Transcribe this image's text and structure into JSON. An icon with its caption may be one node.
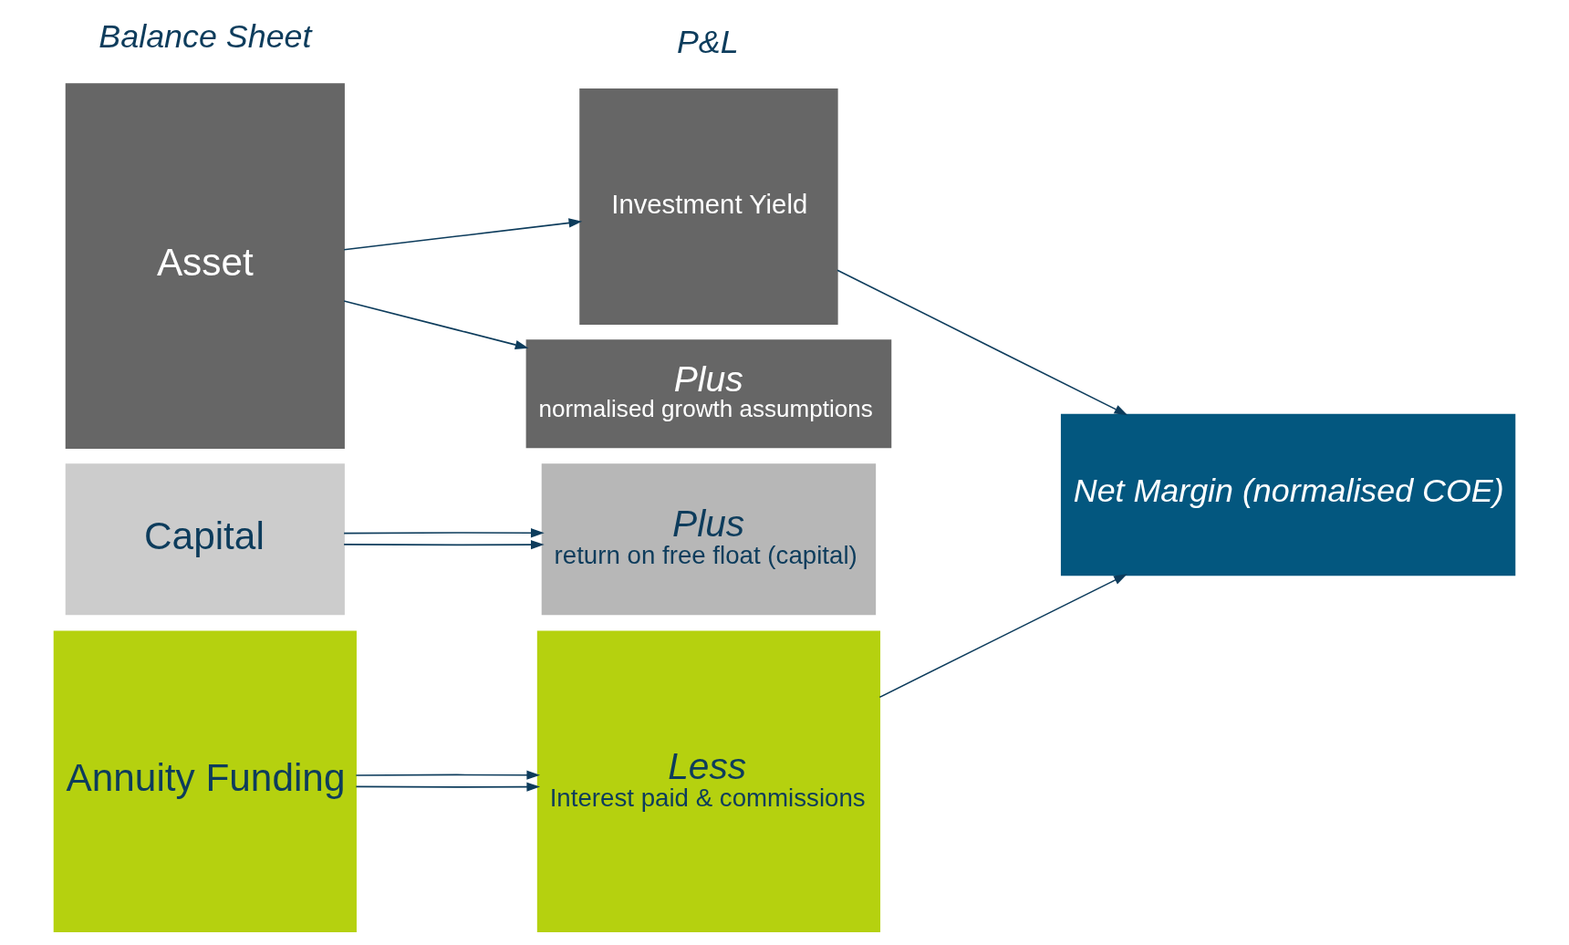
{
  "diagram": {
    "nodes": [
      {
        "text": [
          "Asset"
        ]
      },
      {
        "text": [
          "Capital"
        ]
      },
      {
        "text": [
          "Annuity Funding"
        ]
      },
      {
        "text": [
          "Investment Yield"
        ]
      },
      {
        "text": [
          "Plus",
          "normalised growth assumptions"
        ]
      },
      {
        "text": [
          "Plus",
          "return on free float (capital)"
        ]
      },
      {
        "text": [
          "Less",
          "Interest paid & commissions"
        ]
      },
      {
        "text": [
          "Net Margin (normalised COE)"
        ]
      }
    ],
    "edges": [
      {
        "from": 0,
        "to": 3,
        "arrow": "to"
      },
      {
        "from": 0,
        "to": 4,
        "arrow": "to"
      },
      {
        "from": 1,
        "to": 5,
        "arrow": "to"
      },
      {
        "from": 1,
        "to": 5,
        "arrow": "to"
      },
      {
        "from": 2,
        "to": 6,
        "arrow": "to"
      },
      {
        "from": 2,
        "to": 6,
        "arrow": "to"
      },
      {
        "from": 3,
        "to": 7,
        "arrow": "to"
      },
      {
        "from": 6,
        "to": 7,
        "arrow": "to"
      }
    ],
    "labels": [
      "Balance Sheet",
      "P&L"
    ]
  }
}
